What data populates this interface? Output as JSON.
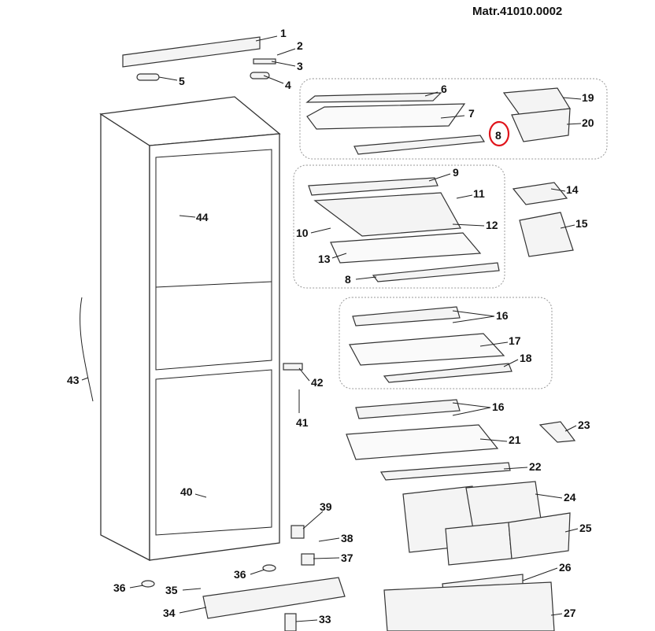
{
  "document": {
    "code": "Matr.41010.0002",
    "highlight_color": "#e0141b",
    "highlighted_part": "8",
    "callouts": [
      "1",
      "2",
      "3",
      "4",
      "5",
      "6",
      "7",
      "8",
      "19",
      "20",
      "9",
      "11",
      "14",
      "15",
      "10",
      "12",
      "13",
      "8",
      "44",
      "16",
      "17",
      "18",
      "43",
      "42",
      "41",
      "16",
      "23",
      "21",
      "22",
      "24",
      "25",
      "40",
      "39",
      "38",
      "37",
      "36",
      "36",
      "35",
      "26",
      "34",
      "33",
      "27"
    ]
  }
}
